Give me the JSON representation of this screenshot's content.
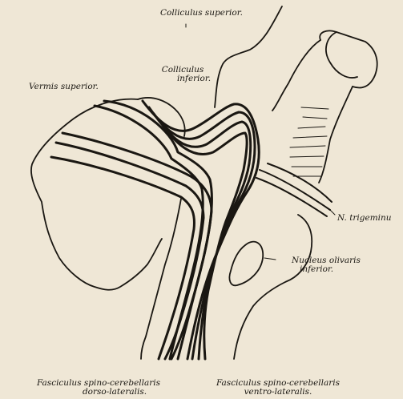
{
  "labels": {
    "colliculus_superior": "Colliculus superior.",
    "colliculus_inferior_1": "Colliculus",
    "colliculus_inferior_2": "inferior.",
    "vermis_superior": "Vermis superior.",
    "n_trigeminus": "N. trigeminu",
    "nucleus_olivaris_1": "Nucleus olivaris",
    "nucleus_olivaris_2": "inferior.",
    "fasc_dorso_1": "Fasciculus spino-cerebellaris",
    "fasc_dorso_2": "dorso-lateralis.",
    "fasc_ventro_1": "Fasciculus spino-cerebellaris",
    "fasc_ventro_2": "ventro-lateralis."
  },
  "colors": {
    "paper": "#efe7d6",
    "ink": "#1a1712"
  }
}
